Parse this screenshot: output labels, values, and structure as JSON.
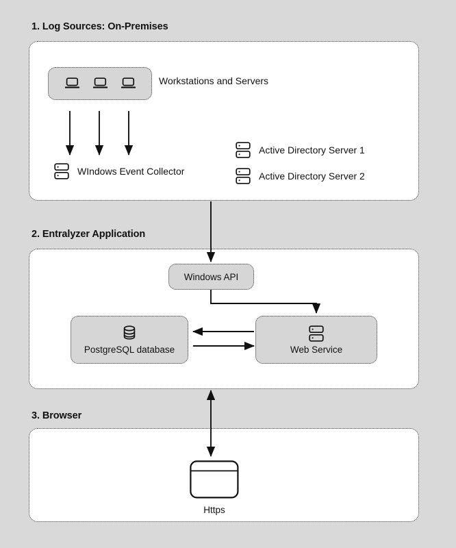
{
  "diagram": {
    "background_color": "#d9d9d9",
    "node_fill": "#d6d6d6",
    "container_fill": "#ffffff",
    "stroke_color": "#111111",
    "sections": [
      {
        "id": "log-sources",
        "heading": "1. Log Sources: On-Premises"
      },
      {
        "id": "application",
        "heading": "2. Entralyzer Application"
      },
      {
        "id": "browser",
        "heading": "3. Browser"
      }
    ],
    "nodes": {
      "workstation_group": {
        "icons": [
          "laptop-icon",
          "laptop-icon",
          "laptop-icon"
        ],
        "label": "Workstations and Servers"
      },
      "windows_event_collector": {
        "icon": "server-icon",
        "label": "WIndows Event Collector"
      },
      "active_directory_server_1": {
        "icon": "server-icon",
        "label": "Active Directory Server 1"
      },
      "active_directory_server_2": {
        "icon": "server-icon",
        "label": "Active Directory Server 2"
      },
      "windows_api": {
        "label": "Windows API"
      },
      "postgres": {
        "icon": "database-icon",
        "label": "PostgreSQL database"
      },
      "web_service": {
        "icon": "server-icon",
        "label": "Web Service"
      },
      "https": {
        "icon": "browser-window-icon",
        "label": "Https"
      }
    },
    "connections": [
      {
        "from": "workstation-1",
        "to": "windows-event-collector",
        "direction": "down"
      },
      {
        "from": "workstation-2",
        "to": "windows-event-collector",
        "direction": "down"
      },
      {
        "from": "workstation-3",
        "to": "windows-event-collector",
        "direction": "down"
      },
      {
        "from": "log-sources-section",
        "to": "windows-api",
        "direction": "down"
      },
      {
        "from": "windows-api",
        "to": "web-service",
        "direction": "elbow-down-right"
      },
      {
        "from": "web-service",
        "to": "postgres",
        "direction": "left"
      },
      {
        "from": "postgres",
        "to": "web-service",
        "direction": "right"
      },
      {
        "from": "application-section",
        "to": "https",
        "direction": "bidirectional-vertical"
      }
    ]
  }
}
